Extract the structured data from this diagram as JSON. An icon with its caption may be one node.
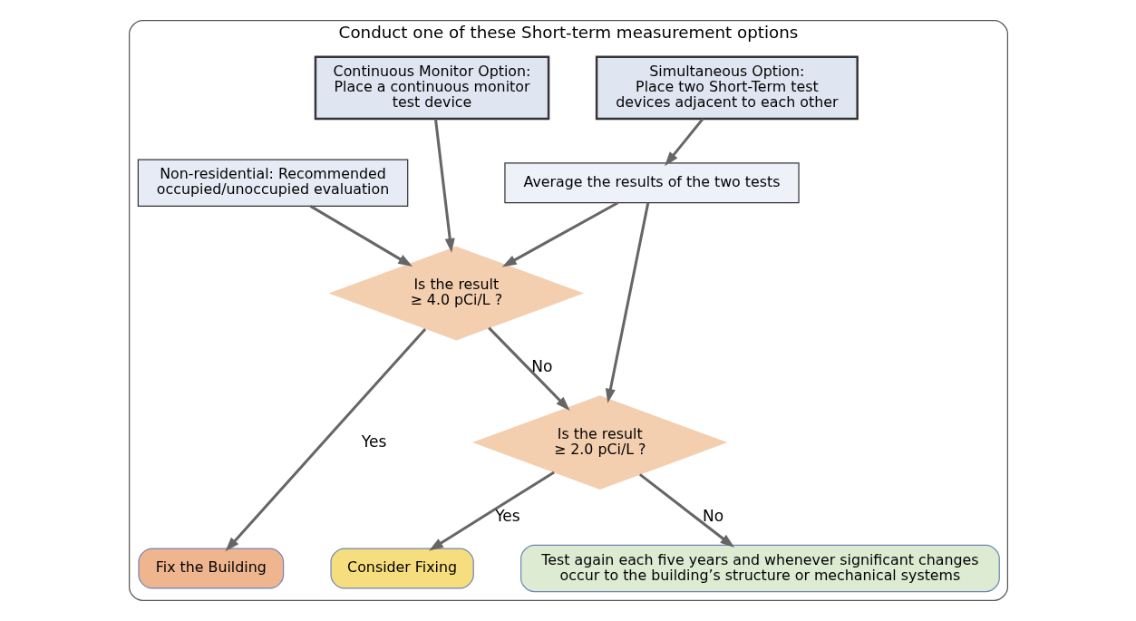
{
  "diagram": {
    "nodes": [
      {
        "text": [
          "Conduct one of these Short-term measurement options"
        ]
      },
      {
        "text": [
          "Simultaneous Option:",
          "Place two Short-Term test devices adjacent to each other"
        ],
        "in": 0
      },
      {
        "text": [
          "Continuous Monitor Option:",
          "Place a continuous monitor test device"
        ],
        "in": 0
      },
      {
        "text": [
          "Average the results of the two tests"
        ],
        "in": 0
      },
      {
        "text": [
          "Non-residential: Recommended occupied/unoccupied evaluation"
        ],
        "in": 0
      },
      {
        "text": [
          "Is the result",
          "≥ 4.0 pCi/L ?"
        ],
        "in": 0
      },
      {
        "text": [
          "Is the result",
          "≥ 2.0 pCi/L ?"
        ],
        "in": 0
      },
      {
        "text": [
          "Test again each five years and whenever significant changes occur to the building’s structure or mechanical systems"
        ],
        "in": 0
      },
      {
        "text": [
          "Consider Fixing"
        ],
        "in": 0
      },
      {
        "text": [
          "Fix the Building"
        ],
        "in": 0
      }
    ],
    "edges": [
      {
        "from": 1,
        "to": 3,
        "arrow": "to"
      },
      {
        "from": 2,
        "to": 5,
        "arrow": "to"
      },
      {
        "from": 3,
        "to": 5,
        "arrow": "to"
      },
      {
        "from": 4,
        "to": 5,
        "arrow": "to"
      },
      {
        "from": 3,
        "to": 6,
        "arrow": "to"
      },
      {
        "from": 5,
        "to": 6,
        "arrow": "to",
        "label": "No"
      },
      {
        "from": 5,
        "to": 9,
        "arrow": "to",
        "label": "Yes"
      },
      {
        "from": 6,
        "to": 8,
        "arrow": "to",
        "label": "Yes"
      },
      {
        "from": 6,
        "to": 7,
        "arrow": "to",
        "label": "No"
      }
    ]
  }
}
